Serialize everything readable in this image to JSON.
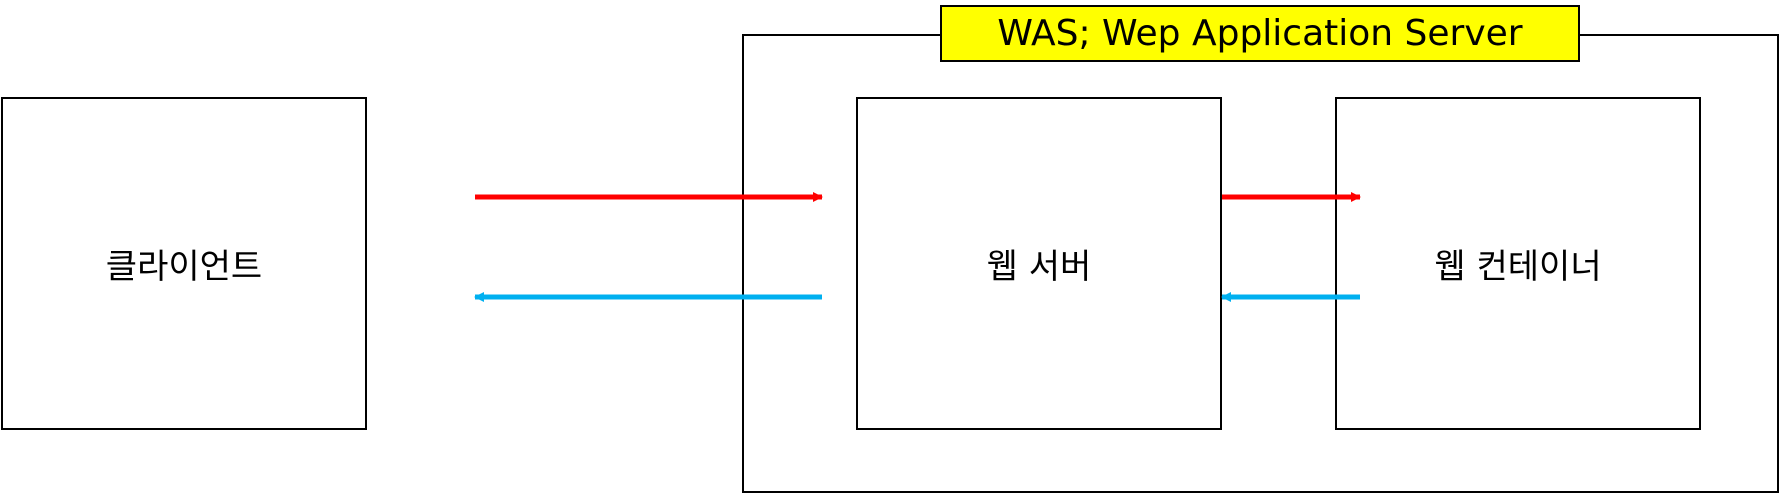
{
  "colors": {
    "request_arrow": "#ff0000",
    "response_arrow": "#00b0f0",
    "was_title_fill": "#ffff00"
  },
  "nodes": {
    "client": "클라이언트",
    "web_server": "웹 서버",
    "web_container": "웹 컨테이너"
  },
  "was": {
    "title": "WAS; Wep Application Server"
  },
  "arrows": [
    {
      "from": "client",
      "to": "web_server",
      "kind": "request"
    },
    {
      "from": "web_server",
      "to": "client",
      "kind": "response"
    },
    {
      "from": "web_server",
      "to": "web_container",
      "kind": "request"
    },
    {
      "from": "web_container",
      "to": "web_server",
      "kind": "response"
    }
  ]
}
